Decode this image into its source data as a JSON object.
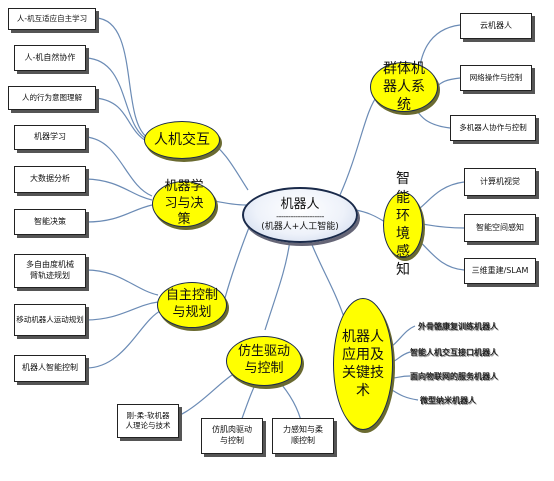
{
  "center": {
    "title": "机器人",
    "rule": "--------------------",
    "subtitle": "(机器人+人工智能)"
  },
  "branches": {
    "hri": "人机交互",
    "learning": "机器学习与决策",
    "planning": "自主控制与规划",
    "bionic": "仿生驱动与控制",
    "swarm": "群体机器人系统",
    "perception": "智能环境感知",
    "application": "机器人应用及关键技术"
  },
  "leaves": {
    "hri": [
      "人-机互适应自主学习",
      "人-机自然协作",
      "人的行为意图理解"
    ],
    "learning": [
      "机器学习",
      "大数据分析",
      "智能决策"
    ],
    "planning": [
      "多自由度机械臂轨迹规划",
      "移动机器人运动规划",
      "机器人智能控制"
    ],
    "bionic": [
      "刚-柔-软机器人理论与技术",
      "仿肌肉驱动与控制",
      "力感知与柔顺控制"
    ],
    "swarm": [
      "云机器人",
      "网络操作与控制",
      "多机器人协作与控制"
    ],
    "perception": [
      "计算机视觉",
      "智能空间感知",
      "三维重建/SLAM"
    ],
    "application": [
      "外骨骼康复训练机器人",
      "智能人机交互接口机器人",
      "面向物联网的服务机器人",
      "微型纳米机器人"
    ]
  },
  "colors": {
    "branch_fill": "#ffff00",
    "link": "#6b8bb5",
    "center_border": "#1a2a4a"
  }
}
